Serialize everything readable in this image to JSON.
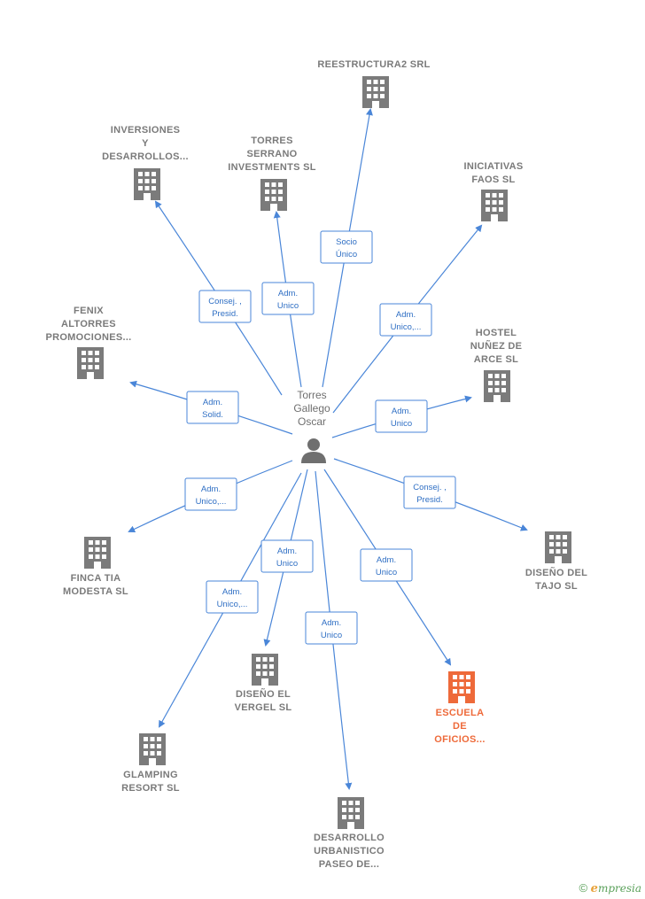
{
  "center": {
    "label_lines": [
      "Torres",
      "Gallego",
      "Oscar"
    ],
    "icon": "person-icon"
  },
  "companies": [
    {
      "id": "reestructura2",
      "lines": [
        "REESTRUCTURA2 SRL"
      ],
      "icon": "building-icon",
      "highlight": false
    },
    {
      "id": "inversiones",
      "lines": [
        "INVERSIONES",
        "Y",
        "DESARROLLOS..."
      ],
      "icon": "building-icon",
      "highlight": false
    },
    {
      "id": "torres-serrano",
      "lines": [
        "TORRES",
        "SERRANO",
        "INVESTMENTS SL"
      ],
      "icon": "building-icon",
      "highlight": false
    },
    {
      "id": "iniciativas-faos",
      "lines": [
        "INICIATIVAS",
        "FAOS  SL"
      ],
      "icon": "building-icon",
      "highlight": false
    },
    {
      "id": "fenix",
      "lines": [
        "FENIX",
        "ALTORRES",
        "PROMOCIONES..."
      ],
      "icon": "building-icon",
      "highlight": false
    },
    {
      "id": "hostel",
      "lines": [
        "HOSTEL",
        "NUÑEZ DE",
        "ARCE  SL"
      ],
      "icon": "building-icon",
      "highlight": false
    },
    {
      "id": "finca-tia",
      "lines": [
        "FINCA TIA",
        "MODESTA  SL"
      ],
      "icon": "building-icon",
      "highlight": false
    },
    {
      "id": "diseno-tajo",
      "lines": [
        "DISEÑO DEL",
        "TAJO  SL"
      ],
      "icon": "building-icon",
      "highlight": false
    },
    {
      "id": "diseno-vergel",
      "lines": [
        "DISEÑO EL",
        "VERGEL  SL"
      ],
      "icon": "building-icon",
      "highlight": false
    },
    {
      "id": "escuela",
      "lines": [
        "ESCUELA",
        "DE",
        "OFICIOS..."
      ],
      "icon": "building-icon",
      "highlight": true
    },
    {
      "id": "glamping",
      "lines": [
        "GLAMPING",
        "RESORT  SL"
      ],
      "icon": "building-icon",
      "highlight": false
    },
    {
      "id": "desarrollo-urbanistico",
      "lines": [
        "DESARROLLO",
        "URBANISTICO",
        "PASEO DE..."
      ],
      "icon": "building-icon",
      "highlight": false
    }
  ],
  "relations": [
    {
      "target": "reestructura2",
      "role_lines": [
        "Socio",
        "Único"
      ]
    },
    {
      "target": "inversiones",
      "role_lines": [
        "Consej. ,",
        "Presid."
      ]
    },
    {
      "target": "torres-serrano",
      "role_lines": [
        "Adm.",
        "Unico"
      ]
    },
    {
      "target": "iniciativas-faos",
      "role_lines": [
        "Adm.",
        "Unico,..."
      ]
    },
    {
      "target": "fenix",
      "role_lines": [
        "Adm.",
        "Solid."
      ]
    },
    {
      "target": "hostel",
      "role_lines": [
        "Adm.",
        "Unico"
      ]
    },
    {
      "target": "finca-tia",
      "role_lines": [
        "Adm.",
        "Unico,..."
      ]
    },
    {
      "target": "diseno-tajo",
      "role_lines": [
        "Consej. ,",
        "Presid."
      ]
    },
    {
      "target": "diseno-vergel",
      "role_lines": [
        "Adm.",
        "Unico"
      ]
    },
    {
      "target": "escuela",
      "role_lines": [
        "Adm.",
        "Unico"
      ]
    },
    {
      "target": "glamping",
      "role_lines": [
        "Adm.",
        "Unico,..."
      ]
    },
    {
      "target": "desarrollo-urbanistico",
      "role_lines": [
        "Adm.",
        "Unico"
      ]
    }
  ],
  "colors": {
    "edge": "#4a86d8",
    "building": "#7b7b7b",
    "building_highlight": "#ee6a3a",
    "person": "#6f6f6f"
  },
  "footer": {
    "copyright_symbol": "©",
    "brand_initial": "e",
    "brand_rest": "mpresia"
  }
}
